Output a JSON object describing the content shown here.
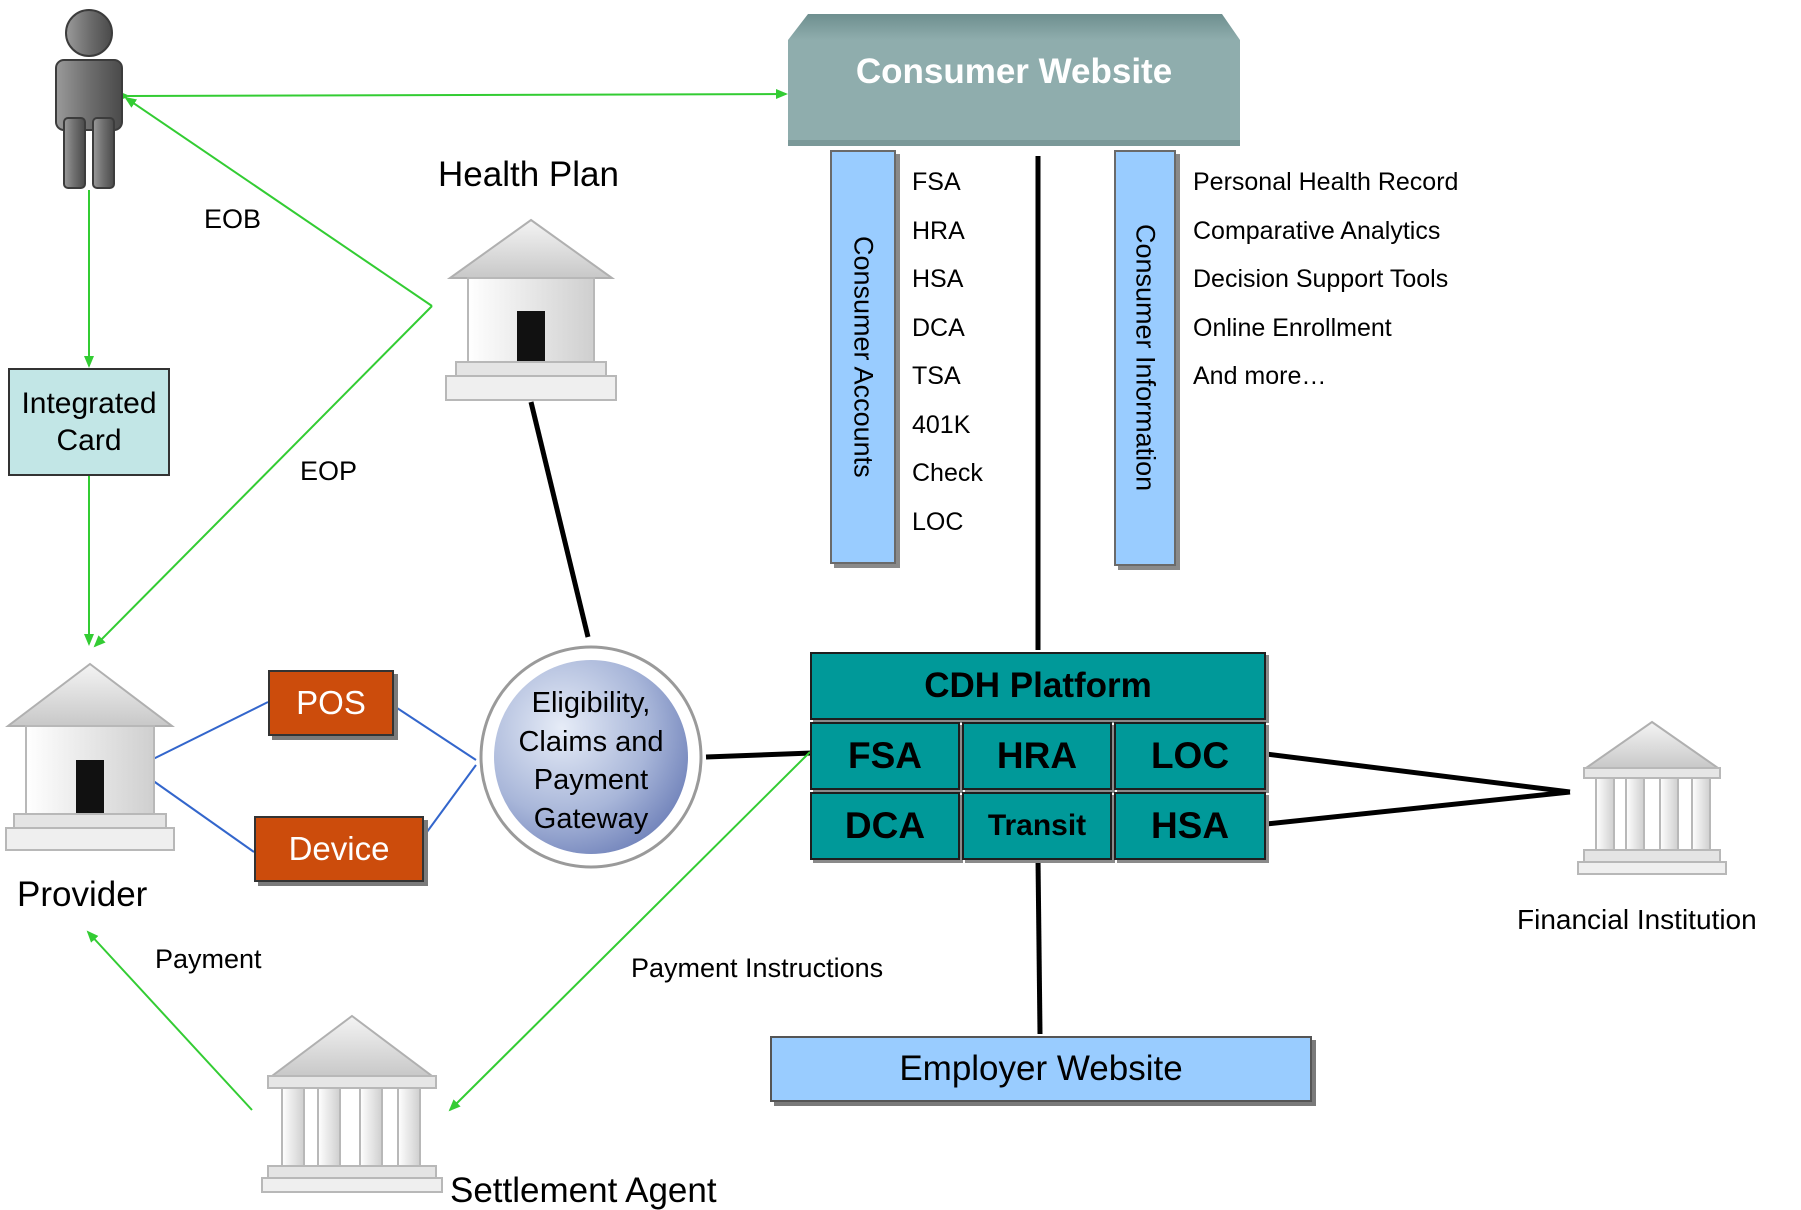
{
  "consumer_website": {
    "title": "Consumer Website"
  },
  "consumer_accounts": {
    "label": "Consumer Accounts",
    "items": [
      "FSA",
      "HRA",
      "HSA",
      "DCA",
      "TSA",
      "401K",
      "Check",
      "LOC"
    ]
  },
  "consumer_information": {
    "label": "Consumer Information",
    "items": [
      "Personal Health Record",
      "Comparative Analytics",
      "Decision Support Tools",
      "Online Enrollment",
      "And more…"
    ]
  },
  "health_plan": {
    "label": "Health Plan"
  },
  "integrated_card": {
    "line1": "Integrated",
    "line2": "Card"
  },
  "provider": {
    "label": "Provider"
  },
  "pos": {
    "label": "POS"
  },
  "device": {
    "label": "Device"
  },
  "gateway": {
    "line1": "Eligibility,",
    "line2": "Claims and",
    "line3": "Payment",
    "line4": "Gateway"
  },
  "cdh_platform": {
    "title": "CDH Platform",
    "cells": [
      "FSA",
      "HRA",
      "LOC",
      "DCA",
      "Transit",
      "HSA"
    ]
  },
  "employer_website": {
    "label": "Employer Website"
  },
  "financial_institution": {
    "label": "Financial Institution"
  },
  "settlement_agent": {
    "label": "Settlement Agent"
  },
  "edge_labels": {
    "eob": "EOB",
    "eop": "EOP",
    "payment": "Payment",
    "payment_instructions": "Payment Instructions"
  },
  "colors": {
    "consumer_website": "#8fadad",
    "account_bars": "#99ccff",
    "integrated_card": "#c2e6e6",
    "orange_boxes": "#cc4c0c",
    "platform_teal": "#009999",
    "employer_website": "#99ccff",
    "flow_arrows": "#33cc33",
    "device_links": "#3366cc"
  }
}
